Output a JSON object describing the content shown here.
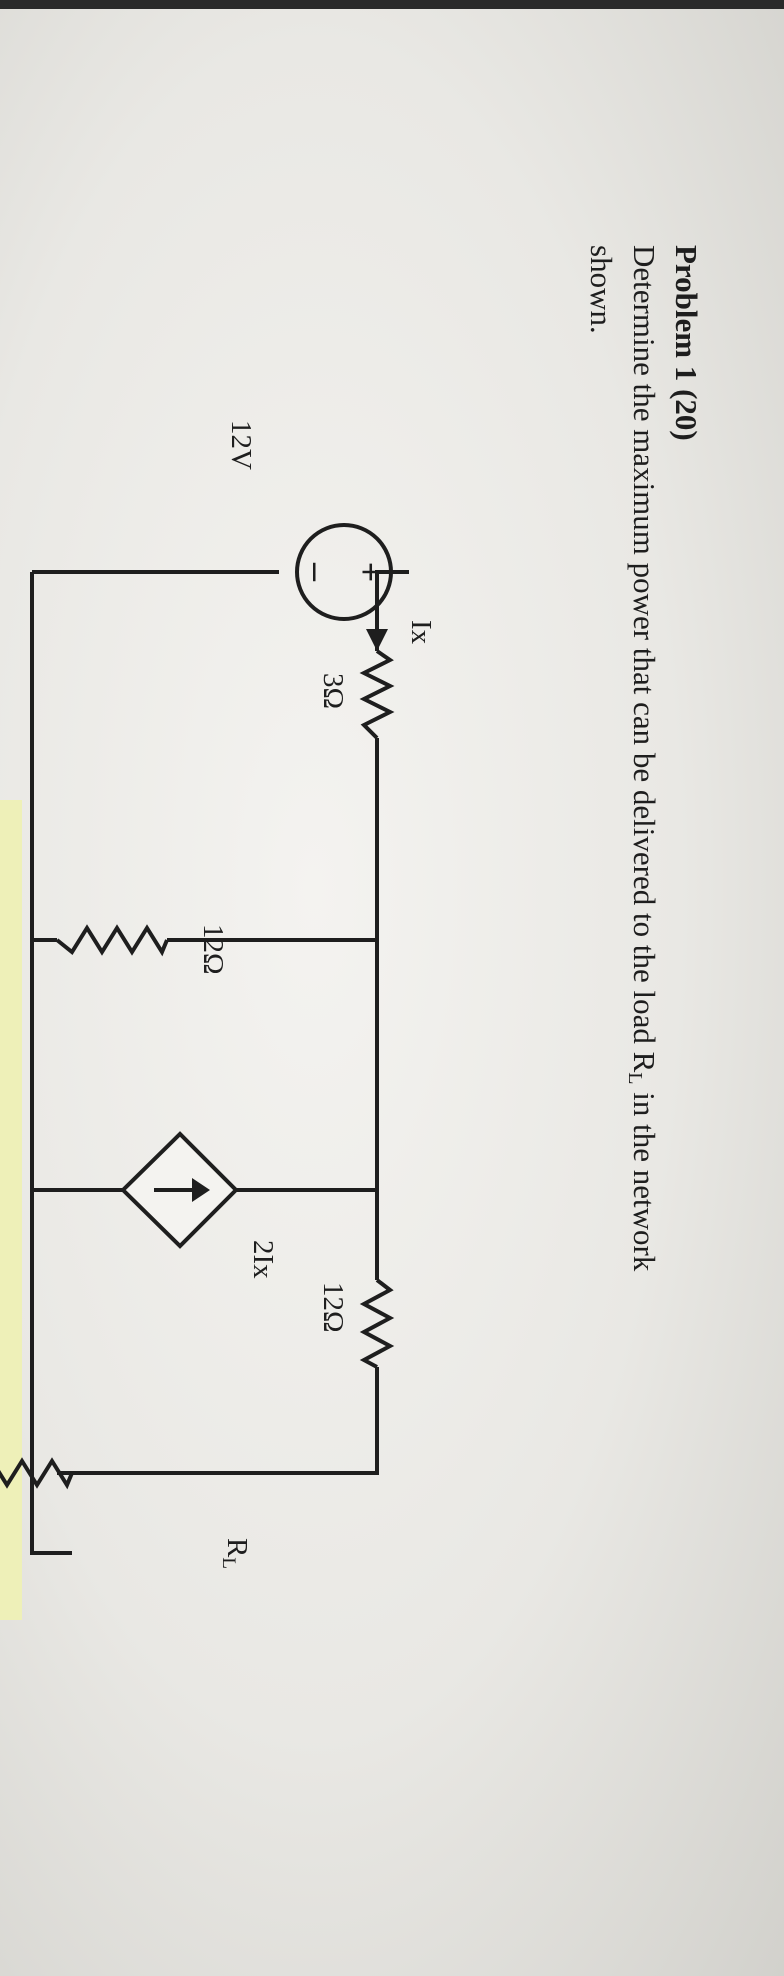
{
  "problem": {
    "title": "Problem 1 (20)",
    "line1_before": "Determine the maximum power that can be delivered to the load ",
    "rl_main": "R",
    "rl_sub": "L",
    "line1_after": " in the network",
    "line2": "shown."
  },
  "symbols": {
    "plus": "+",
    "minus": "–"
  },
  "circuit": {
    "ix": "Ix",
    "r3": "3Ω",
    "v12": "12V",
    "r12_shunt": "12Ω",
    "r12_series": "12Ω",
    "gain": "2Ix",
    "rl_main": "R",
    "rl_sub": "L"
  }
}
